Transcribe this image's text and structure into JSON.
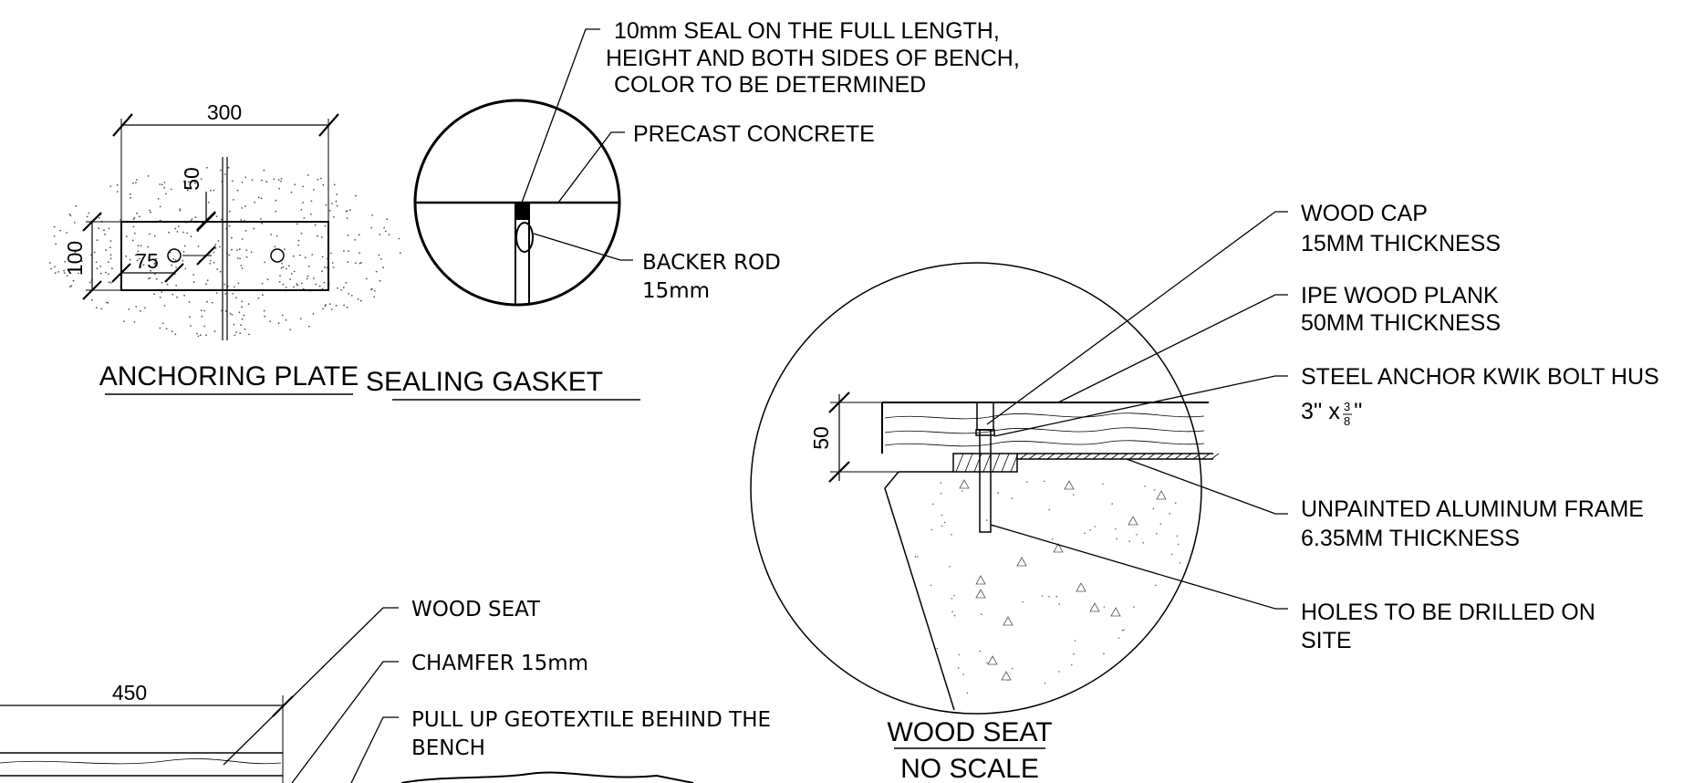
{
  "anchoring_plate": {
    "title": "ANCHORING PLATE",
    "dim_width": "300",
    "dim_height": "100",
    "dim_top": "50",
    "dim_left": "75"
  },
  "sealing_gasket": {
    "title": "SEALING GASKET",
    "seal_note": [
      "10mm SEAL ON THE FULL LENGTH,",
      "HEIGHT AND BOTH SIDES OF BENCH,",
      "COLOR TO BE DETERMINED"
    ],
    "precast_label": "PRECAST CONCRETE",
    "backer_rod": [
      "BACKER ROD",
      "15mm"
    ]
  },
  "wood_seat_detail": {
    "title": "WOOD SEAT",
    "subtitle": "NO SCALE",
    "dim_thickness": "50",
    "callouts": {
      "wood_cap": [
        "WOOD CAP",
        "15MM THICKNESS"
      ],
      "ipe_plank": [
        "IPE WOOD PLANK",
        "50MM THICKNESS"
      ],
      "steel_anchor": [
        "STEEL ANCHOR KWIK BOLT HUS",
        "3'' x "
      ],
      "anchor_fraction": {
        "num": "3",
        "den": "8",
        "suffix": "''"
      },
      "aluminum_frame": [
        "UNPAINTED ALUMINUM FRAME",
        "6.35MM THICKNESS"
      ],
      "holes": [
        "HOLES TO BE DRILLED ON",
        "SITE"
      ]
    }
  },
  "bench_section": {
    "dim_width": "450",
    "wood_seat": "WOOD SEAT",
    "chamfer": "CHAMFER 15mm",
    "geotextile": [
      "PULL UP GEOTEXTILE BEHIND THE",
      "BENCH"
    ]
  }
}
